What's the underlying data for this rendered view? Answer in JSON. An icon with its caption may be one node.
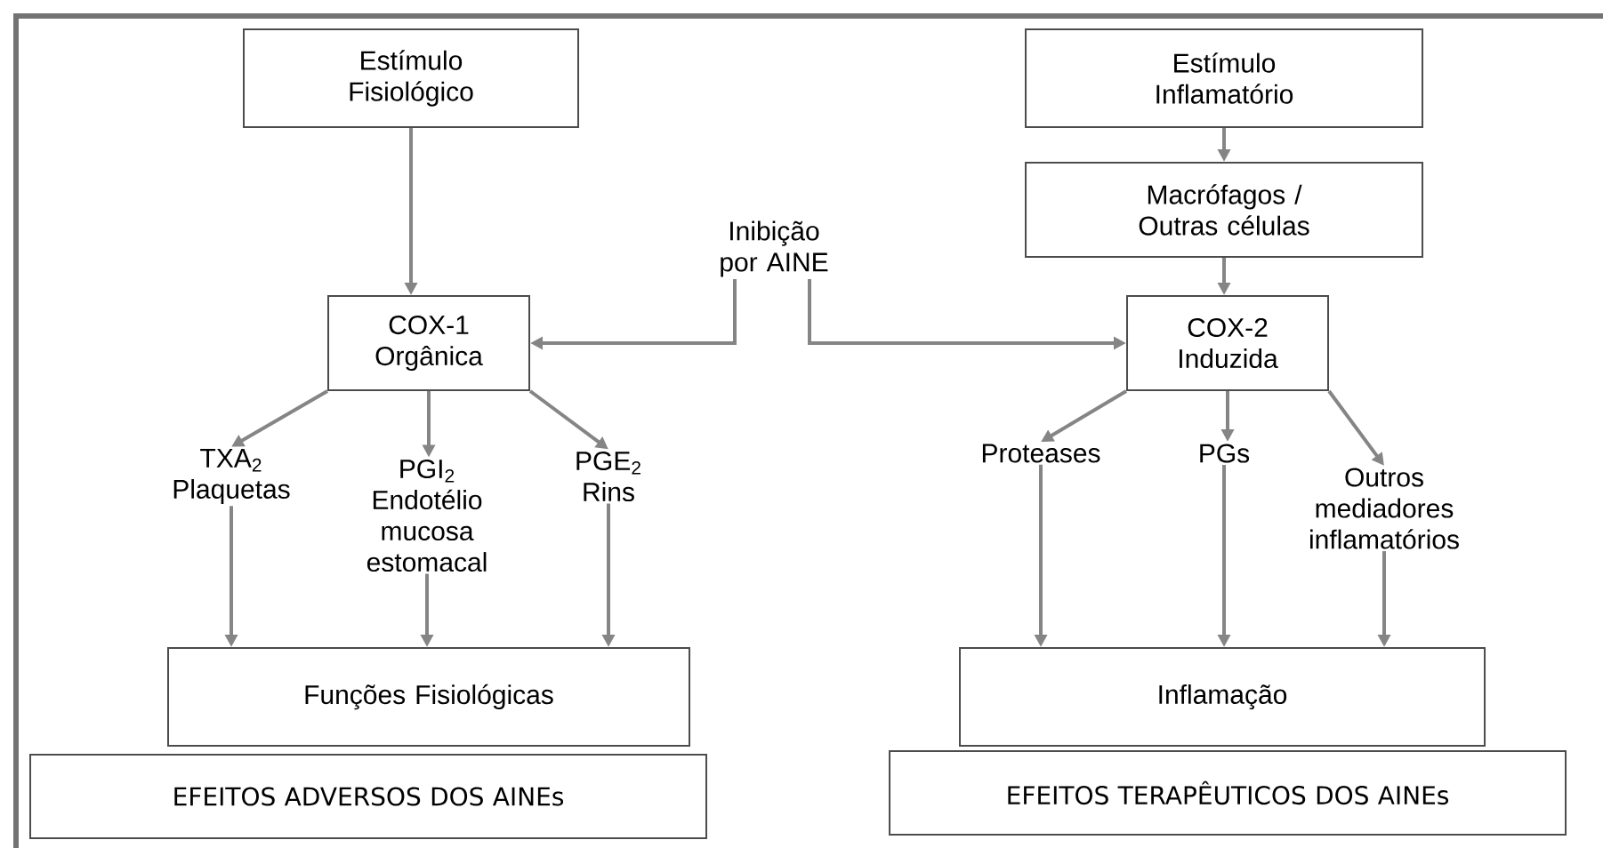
{
  "diagram": {
    "nodes": [
      {
        "text": [
          "Estímulo Fisiológico"
        ]
      },
      {
        "text": [
          "Estímulo Inflamatório"
        ]
      },
      {
        "text": [
          "Macrófagos / Outras células"
        ]
      },
      {
        "text": [
          "Inibição por AINE"
        ]
      },
      {
        "text": [
          "COX-1 Orgânica"
        ]
      },
      {
        "text": [
          "COX-2 Induzida"
        ]
      },
      {
        "text": [
          "TXA$_{2}$ Plaquetas"
        ]
      },
      {
        "text": [
          "PGI$_{2}$ Endotélio mucosa estomacal"
        ]
      },
      {
        "text": [
          "PGE$_{2}$ Rins"
        ]
      },
      {
        "text": [
          "Proteases"
        ]
      },
      {
        "text": [
          "PGs"
        ]
      },
      {
        "text": [
          "Outros mediadores inflamatórios"
        ]
      },
      {
        "text": [
          "Funções Fisiológicas"
        ]
      },
      {
        "text": [
          "Inflamação"
        ]
      },
      {
        "text": [
          "EFEITOS ADVERSOS DOS  AINEs"
        ]
      },
      {
        "text": [
          "EFEITOS TERAPÊUTICOS DOS  AINEs"
        ]
      }
    ],
    "edges": [
      {
        "from": 0,
        "to": 4,
        "arrow": "to"
      },
      {
        "from": 1,
        "to": 2,
        "arrow": "to"
      },
      {
        "from": 2,
        "to": 5,
        "arrow": "to"
      },
      {
        "from": 3,
        "to": 4,
        "arrow": "to"
      },
      {
        "from": 3,
        "to": 5,
        "arrow": "to"
      },
      {
        "from": 4,
        "to": 6,
        "arrow": "to"
      },
      {
        "from": 4,
        "to": 7,
        "arrow": "to"
      },
      {
        "from": 4,
        "to": 8,
        "arrow": "to"
      },
      {
        "from": 5,
        "to": 9,
        "arrow": "to"
      },
      {
        "from": 5,
        "to": 10,
        "arrow": "to"
      },
      {
        "from": 5,
        "to": 11,
        "arrow": "to"
      },
      {
        "from": 6,
        "to": 12,
        "arrow": "to"
      },
      {
        "from": 7,
        "to": 12,
        "arrow": "to"
      },
      {
        "from": 8,
        "to": 12,
        "arrow": "to"
      },
      {
        "from": 9,
        "to": 13,
        "arrow": "to"
      },
      {
        "from": 10,
        "to": 13,
        "arrow": "to"
      },
      {
        "from": 11,
        "to": 13,
        "arrow": "to"
      }
    ]
  }
}
